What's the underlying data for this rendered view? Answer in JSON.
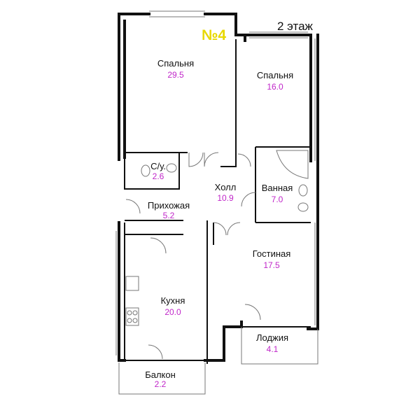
{
  "header": {
    "apartment_number": "№4",
    "floor": "2 этаж"
  },
  "colors": {
    "wall": "#111111",
    "room_name": "#111111",
    "area": "#c026c9",
    "apartment_number": "#e8d800"
  },
  "rooms": {
    "bedroom_1": {
      "name": "Спальня",
      "area": "29.5"
    },
    "bedroom_2": {
      "name": "Спальня",
      "area": "16.0"
    },
    "wc": {
      "name": "С/у.",
      "area": "2.6"
    },
    "hall": {
      "name": "Холл",
      "area": "10.9"
    },
    "bathroom": {
      "name": "Ванная",
      "area": "7.0"
    },
    "entry": {
      "name": "Прихожая",
      "area": "5.2"
    },
    "living": {
      "name": "Гостиная",
      "area": "17.5"
    },
    "kitchen": {
      "name": "Кухня",
      "area": "20.0"
    },
    "loggia": {
      "name": "Лоджия",
      "area": "4.1"
    },
    "balcony": {
      "name": "Балкон",
      "area": "2.2"
    }
  }
}
